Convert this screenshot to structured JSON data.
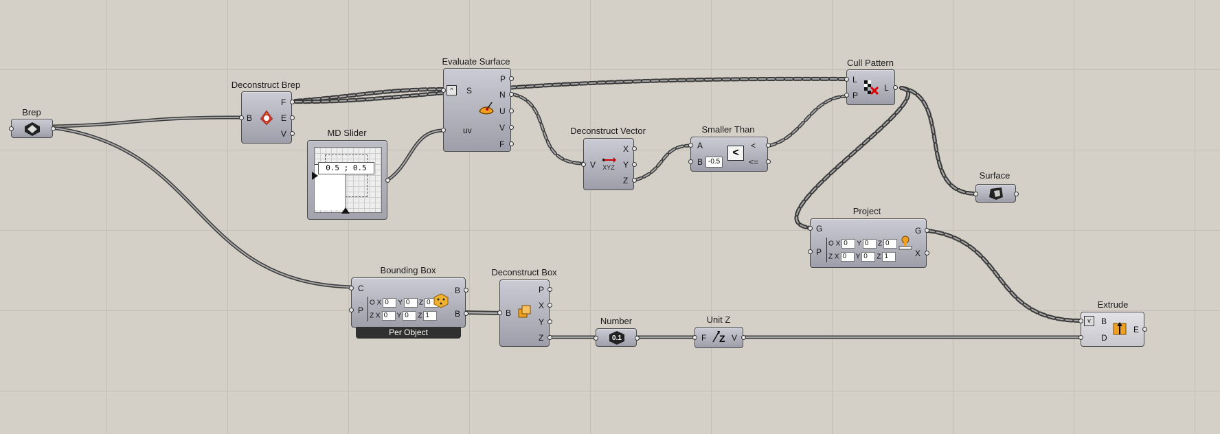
{
  "app": {
    "name": "Grasshopper canvas"
  },
  "components": {
    "brep": {
      "title": "Brep",
      "icon": "brep-param-icon"
    },
    "deconstruct_brep": {
      "title": "Deconstruct Brep",
      "inputs": [
        "B"
      ],
      "outputs": [
        "F",
        "E",
        "V"
      ],
      "icon": "deconstruct-brep-icon"
    },
    "md_slider": {
      "title": "MD Slider",
      "value": "0.5 ; 0.5"
    },
    "evaluate_surface": {
      "title": "Evaluate Surface",
      "inputs": [
        "S",
        "uv"
      ],
      "outputs": [
        "P",
        "N",
        "U",
        "V",
        "F"
      ],
      "icon": "evaluate-surface-icon"
    },
    "deconstruct_vector": {
      "title": "Deconstruct Vector",
      "inputs": [
        "V"
      ],
      "outputs": [
        "X",
        "Y",
        "Z"
      ],
      "icon_text": "XYZ"
    },
    "smaller_than": {
      "title": "Smaller Than",
      "inputs": [
        "A",
        "B"
      ],
      "outputs": [
        "<",
        "<="
      ],
      "b_value": "-0.5",
      "icon_text": "<"
    },
    "cull_pattern": {
      "title": "Cull Pattern",
      "inputs": [
        "L",
        "P"
      ],
      "outputs": [
        "L"
      ],
      "icon": "cull-pattern-icon"
    },
    "surface": {
      "title": "Surface",
      "icon": "surface-param-icon"
    },
    "project": {
      "title": "Project",
      "inputs": [
        "G",
        "P"
      ],
      "outputs": [
        "G",
        "X"
      ],
      "plane_o": {
        "label": "O",
        "x": "0",
        "y": "0",
        "z": "0"
      },
      "plane_z": {
        "label": "Z",
        "x": "0",
        "y": "0",
        "z": "1"
      },
      "icon": "project-icon"
    },
    "bounding_box": {
      "title": "Bounding Box",
      "inputs": [
        "C",
        "P"
      ],
      "outputs": [
        "B",
        "B"
      ],
      "plane_o": {
        "label": "O",
        "x": "0",
        "y": "0",
        "z": "0"
      },
      "plane_z": {
        "label": "Z",
        "x": "0",
        "y": "0",
        "z": "1"
      },
      "footer": "Per Object",
      "icon": "bounding-box-icon"
    },
    "deconstruct_box": {
      "title": "Deconstruct Box",
      "inputs": [
        "B"
      ],
      "outputs": [
        "P",
        "X",
        "Y",
        "Z"
      ],
      "icon": "deconstruct-box-icon"
    },
    "number": {
      "title": "Number",
      "value": "0.1"
    },
    "unit_z": {
      "title": "Unit Z",
      "inputs": [
        "F"
      ],
      "outputs": [
        "V"
      ],
      "icon_text": "Z"
    },
    "extrude": {
      "title": "Extrude",
      "inputs": [
        "B",
        "D"
      ],
      "outputs": [
        "E"
      ],
      "icon": "extrude-icon"
    }
  },
  "axis_labels": {
    "x": "X",
    "y": "Y",
    "z": "Z"
  }
}
